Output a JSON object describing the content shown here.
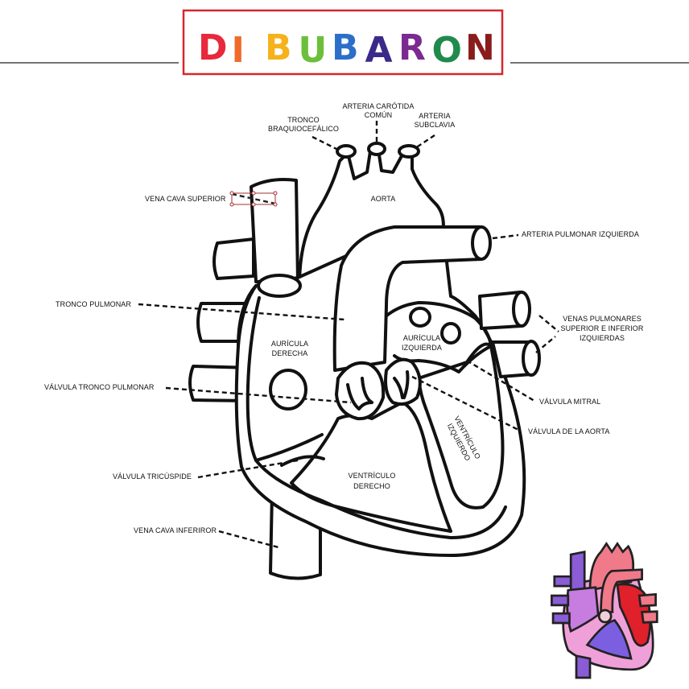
{
  "logo": {
    "text": "DIBUBARON",
    "letters": [
      "D",
      "i",
      "B",
      "u",
      "B",
      "A",
      "R",
      "O",
      "N"
    ],
    "letter_colors": [
      "#e8283c",
      "#f06a2a",
      "#f5b21a",
      "#6cbf3a",
      "#2b6fc9",
      "#3b2a8a",
      "#7a2a90",
      "#1f8a4c",
      "#8a1c1c"
    ],
    "frame_color": "#d8262e"
  },
  "labels": {
    "tronco_braquio_1": "TRONCO",
    "tronco_braquio_2": "BRAQUIOCEFÁLICO",
    "carotida_1": "ARTERIA CARÓTIDA",
    "carotida_2": "COMÚN",
    "subclavia_1": "ARTERIA",
    "subclavia_2": "SUBCLAVIA",
    "aorta": "AORTA",
    "vena_cava_superior": "VENA CAVA SUPERIOR",
    "arteria_pulmonar_izq": "ARTERIA PULMONAR IZQUIERDA",
    "tronco_pulmonar": "TRONCO PULMONAR",
    "venas_pulm_1": "VENAS PULMONARES",
    "venas_pulm_2": "SUPERIOR E INFERIOR",
    "venas_pulm_3": "IZQUIERDAS",
    "auricula_der_1": "AURÍCULA",
    "auricula_der_2": "DERECHA",
    "auricula_izq_1": "AURÍCULA",
    "auricula_izq_2": "IZQUIERDA",
    "valvula_tronco": "VÁLVULA TRONCO PULMONAR",
    "valvula_mitral": "VÁLVULA MITRAL",
    "valvula_aorta": "VÁLVULA DE LA AORTA",
    "ventriculo_izq_1": "VENTRÍCULO",
    "ventriculo_izq_2": "IZQUIERDO",
    "valvula_tricuspide": "VÁLVULA TRICÚSPIDE",
    "ventriculo_der_1": "VENTRÍCULO",
    "ventriculo_der_2": "DERECHO",
    "vena_cava_inferior": "VENA CAVA INFERIROR"
  },
  "thumbnail": {
    "colors": {
      "vein": "#8a5cd6",
      "atrium_right": "#c77de0",
      "artery": "#f07a8a",
      "left_heart": "#e0202a",
      "right_ventricle": "#7b5fe0",
      "outer": "#f0a0d8"
    }
  }
}
